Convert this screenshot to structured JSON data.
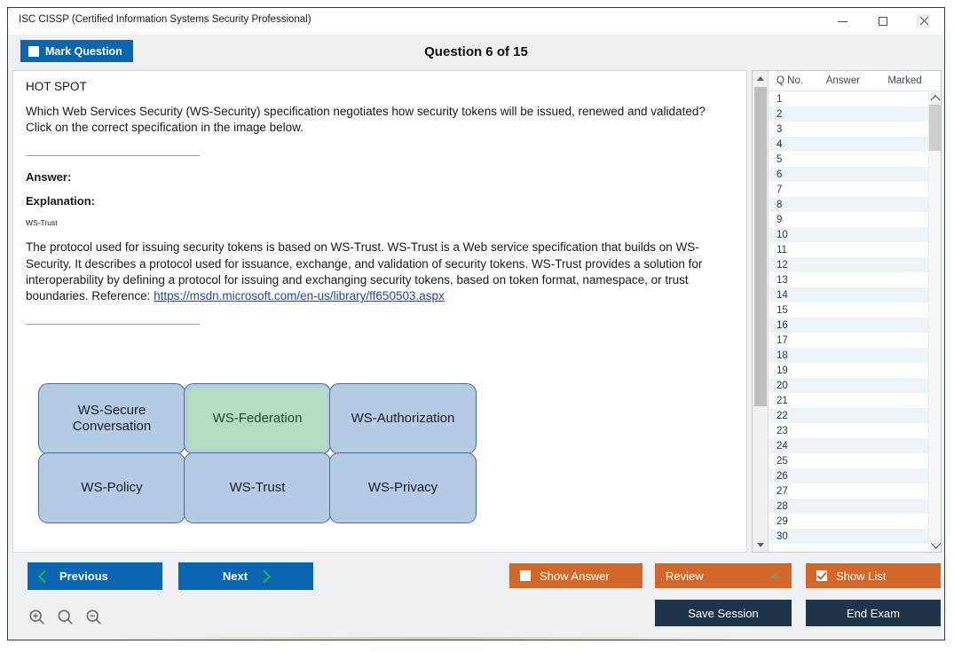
{
  "window": {
    "title": "ISC CISSP (Certified Information Systems Security Professional)",
    "minimize_label": "Minimize",
    "maximize_label": "Maximize",
    "close_label": "Close"
  },
  "header": {
    "mark_question_label": "Mark Question",
    "mark_question_checked": false,
    "question_title": "Question 6 of 15"
  },
  "question": {
    "type_label": "HOT SPOT",
    "prompt": "Which Web Services Security (WS-Security) specification negotiates how security tokens will be issued, renewed and validated? Click on the correct specification in the image below.",
    "answer_label": "Answer:",
    "explanation_label": "Explanation:",
    "answer_value": "WS-Trust",
    "explanation_text_part1": "The protocol used for issuing security tokens is based on WS-Trust. WS-Trust is a Web service specification that builds on WS-Security. It describes a protocol used for issuance, exchange, and validation of security tokens. WS-Trust provides a solution for interoperability by defining a protocol for issuing and exchanging security tokens, based on token format, namespace, or trust boundaries. Reference: ",
    "reference_link": "https://msdn.microsoft.com/en-us/library/ff650503.aspx"
  },
  "hotspot": {
    "boxes": [
      {
        "label": "WS-Secure Conversation",
        "selected": false
      },
      {
        "label": "WS-Federation",
        "selected": true
      },
      {
        "label": "WS-Authorization",
        "selected": false
      },
      {
        "label": "WS-Policy",
        "selected": false
      },
      {
        "label": "WS-Trust",
        "selected": false
      },
      {
        "label": "WS-Privacy",
        "selected": false
      }
    ],
    "fill_color": "#b4cbe4",
    "border_color": "#4a6b90",
    "selected_color": "#b3dcc0"
  },
  "question_list": {
    "columns": [
      "Q No.",
      "Answer",
      "Marked"
    ],
    "rows": [
      {
        "no": "1",
        "answer": "",
        "marked": ""
      },
      {
        "no": "2",
        "answer": "",
        "marked": ""
      },
      {
        "no": "3",
        "answer": "",
        "marked": ""
      },
      {
        "no": "4",
        "answer": "",
        "marked": ""
      },
      {
        "no": "5",
        "answer": "",
        "marked": ""
      },
      {
        "no": "6",
        "answer": "",
        "marked": ""
      },
      {
        "no": "7",
        "answer": "",
        "marked": ""
      },
      {
        "no": "8",
        "answer": "",
        "marked": ""
      },
      {
        "no": "9",
        "answer": "",
        "marked": ""
      },
      {
        "no": "10",
        "answer": "",
        "marked": ""
      },
      {
        "no": "11",
        "answer": "",
        "marked": ""
      },
      {
        "no": "12",
        "answer": "",
        "marked": ""
      },
      {
        "no": "13",
        "answer": "",
        "marked": ""
      },
      {
        "no": "14",
        "answer": "",
        "marked": ""
      },
      {
        "no": "15",
        "answer": "",
        "marked": ""
      },
      {
        "no": "16",
        "answer": "",
        "marked": ""
      },
      {
        "no": "17",
        "answer": "",
        "marked": ""
      },
      {
        "no": "18",
        "answer": "",
        "marked": ""
      },
      {
        "no": "19",
        "answer": "",
        "marked": ""
      },
      {
        "no": "20",
        "answer": "",
        "marked": ""
      },
      {
        "no": "21",
        "answer": "",
        "marked": ""
      },
      {
        "no": "22",
        "answer": "",
        "marked": ""
      },
      {
        "no": "23",
        "answer": "",
        "marked": ""
      },
      {
        "no": "24",
        "answer": "",
        "marked": ""
      },
      {
        "no": "25",
        "answer": "",
        "marked": ""
      },
      {
        "no": "26",
        "answer": "",
        "marked": ""
      },
      {
        "no": "27",
        "answer": "",
        "marked": ""
      },
      {
        "no": "28",
        "answer": "",
        "marked": ""
      },
      {
        "no": "29",
        "answer": "",
        "marked": ""
      },
      {
        "no": "30",
        "answer": "",
        "marked": ""
      }
    ]
  },
  "toolbar": {
    "previous_label": "Previous",
    "next_label": "Next",
    "show_answer_label": "Show Answer",
    "show_answer_checked": false,
    "review_label": "Review",
    "show_list_label": "Show List",
    "show_list_checked": true,
    "save_session_label": "Save Session",
    "end_exam_label": "End Exam",
    "zoom_in_label": "Zoom In",
    "zoom_reset_label": "Zoom Reset",
    "zoom_out_label": "Zoom Out"
  },
  "colors": {
    "accent_blue": "#0b66b2",
    "accent_orange": "#d2692a",
    "navy": "#1d3449",
    "chevron_green": "#2ab934"
  }
}
